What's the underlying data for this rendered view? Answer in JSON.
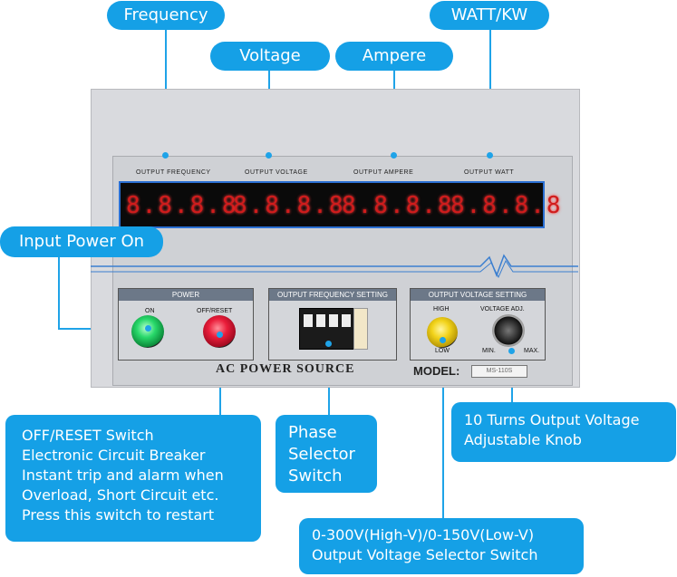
{
  "callouts": {
    "frequency": "Frequency",
    "watt": "WATT/KW",
    "voltage": "Voltage",
    "ampere": "Ampere",
    "input_power": "Input Power On",
    "off_reset": [
      "OFF/RESET Switch",
      "Electronic Circuit Breaker",
      "Instant trip and alarm when",
      "Overload, Short Circuit etc.",
      "Press this switch to restart"
    ],
    "phase": [
      "Phase",
      "Selector",
      "Switch"
    ],
    "knob": [
      "10 Turns Output Voltage",
      "Adjustable Knob"
    ],
    "selector": [
      "0-300V(High-V)/0-150V(Low-V)",
      "Output Voltage Selector Switch"
    ]
  },
  "panel": {
    "display_labels": [
      "OUTPUT  FREQUENCY",
      "OUTPUT  VOLTAGE",
      "OUTPUT  AMPERE",
      "OUTPUT  WATT"
    ],
    "display_digits": [
      "8.8.8.8",
      "8.8.8.8",
      "8.8.8.8",
      "8.8.8.8"
    ],
    "power_title": "POWER",
    "on_label": "ON",
    "off_label": "OFF/RESET",
    "freq_setting_title": "OUTPUT FREQUENCY SETTING",
    "volt_setting_title": "OUTPUT  VOLTAGE SETTING",
    "high_label": "HIGH",
    "low_label": "LOW",
    "volt_adj_label": "VOLTAGE ADJ.",
    "min_label": "MIN.",
    "max_label": "MAX.",
    "ac_source": "AC POWER SOURCE",
    "model_label": "MODEL:",
    "model_value": "MS-110S"
  }
}
